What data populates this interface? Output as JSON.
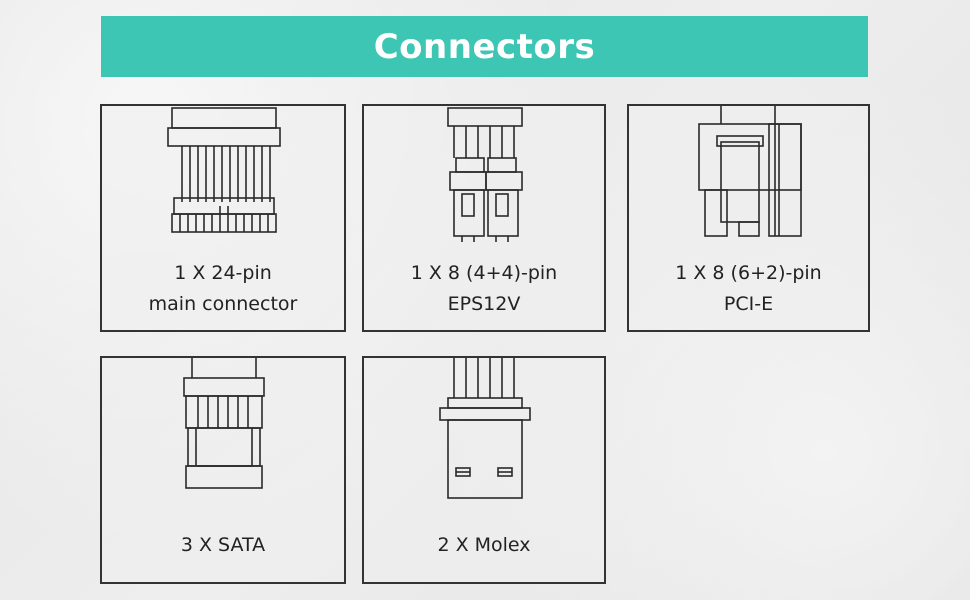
{
  "banner": {
    "title": "Connectors",
    "color": "#3dc6b3"
  },
  "connectors": [
    {
      "icon": "atx-24-pin-connector-icon",
      "line1": "1 X 24-pin",
      "line2": "main connector"
    },
    {
      "icon": "eps-8-pin-connector-icon",
      "line1": "1 X 8 (4+4)-pin",
      "line2": "EPS12V"
    },
    {
      "icon": "pcie-8-pin-connector-icon",
      "line1": "1 X 8 (6+2)-pin",
      "line2": "PCI-E"
    },
    {
      "icon": "sata-connector-icon",
      "line1": "3 X SATA"
    },
    {
      "icon": "molex-connector-icon",
      "line1": "2 X Molex"
    }
  ]
}
